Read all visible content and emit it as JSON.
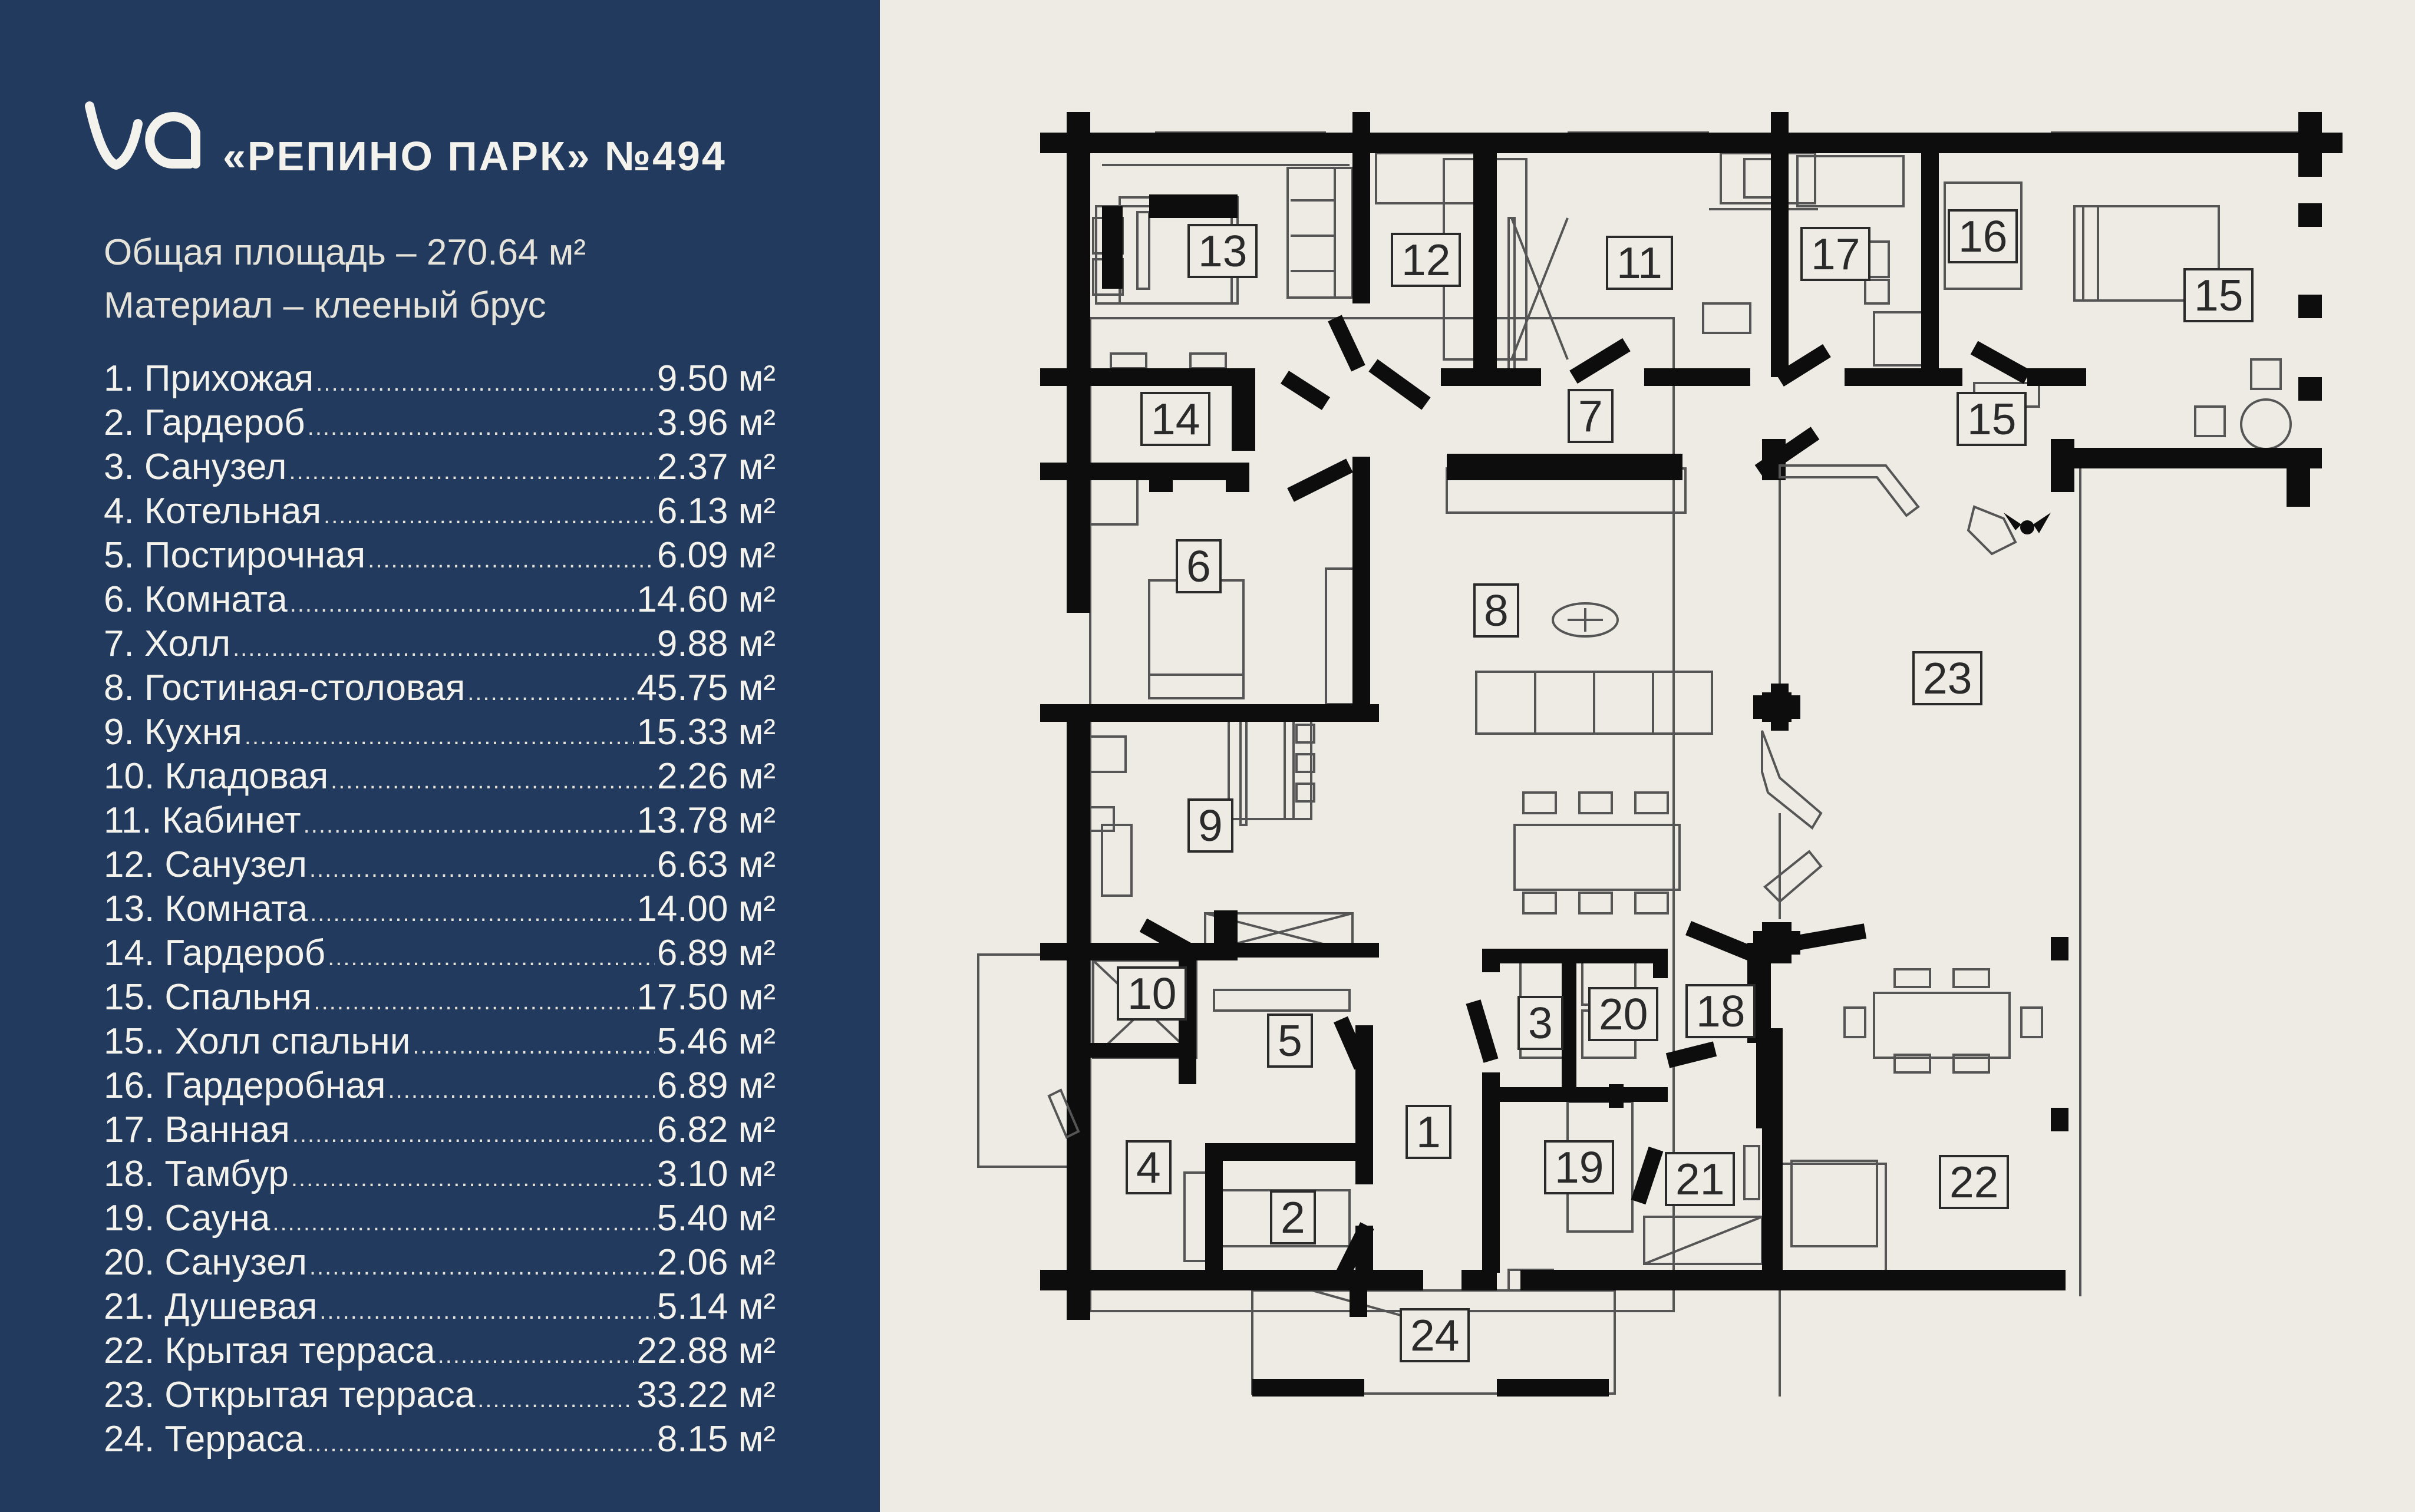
{
  "project": {
    "title": "«РЕПИНО ПАРК» №494"
  },
  "summary": {
    "total_area": "Общая площадь – 270.64 м²",
    "material": "Материал – клееный брус"
  },
  "rooms": [
    {
      "name": "1. Прихожая",
      "area": "9.50 м²"
    },
    {
      "name": "2. Гардероб",
      "area": "3.96 м²"
    },
    {
      "name": "3. Санузел",
      "area": "2.37 м²"
    },
    {
      "name": "4. Котельная",
      "area": "6.13 м²"
    },
    {
      "name": "5. Постирочная",
      "area": "6.09 м²"
    },
    {
      "name": "6. Комната",
      "area": "14.60 м²"
    },
    {
      "name": "7. Холл",
      "area": "9.88 м²"
    },
    {
      "name": "8. Гостиная-столовая",
      "area": "45.75 м²"
    },
    {
      "name": "9. Кухня",
      "area": "15.33 м²"
    },
    {
      "name": "10. Кладовая",
      "area": "2.26 м²"
    },
    {
      "name": "11. Кабинет",
      "area": "13.78 м²"
    },
    {
      "name": "12. Санузел",
      "area": "6.63 м²"
    },
    {
      "name": "13. Комната",
      "area": "14.00 м²"
    },
    {
      "name": "14. Гардероб",
      "area": "6.89 м²"
    },
    {
      "name": "15. Спальня",
      "area": "17.50 м²"
    },
    {
      "name": "15.. Холл спальни",
      "area": "5.46 м²"
    },
    {
      "name": "16. Гардеробная",
      "area": "6.89 м²"
    },
    {
      "name": "17. Ванная",
      "area": "6.82 м²"
    },
    {
      "name": "18. Тамбур",
      "area": "3.10 м²"
    },
    {
      "name": "19. Сауна",
      "area": "5.40 м²"
    },
    {
      "name": "20. Санузел",
      "area": "2.06 м²"
    },
    {
      "name": "21. Душевая",
      "area": "5.14 м²"
    },
    {
      "name": "22. Крытая терраса",
      "area": "22.88 м²"
    },
    {
      "name": "23. Открытая терраса",
      "area": "33.22 м²"
    },
    {
      "name": "24. Терраса",
      "area": "8.15 м²"
    }
  ],
  "plan_labels": [
    "13",
    "12",
    "11",
    "17",
    "16",
    "15",
    "14",
    "7",
    "15",
    "6",
    "8",
    "23",
    "9",
    "10",
    "5",
    "3",
    "20",
    "18",
    "1",
    "4",
    "19",
    "21",
    "22",
    "2",
    "24"
  ],
  "colors": {
    "sidebar": "#213a5e",
    "background": "#edebe4",
    "wall": "#0d0d0d",
    "line": "#555555"
  }
}
